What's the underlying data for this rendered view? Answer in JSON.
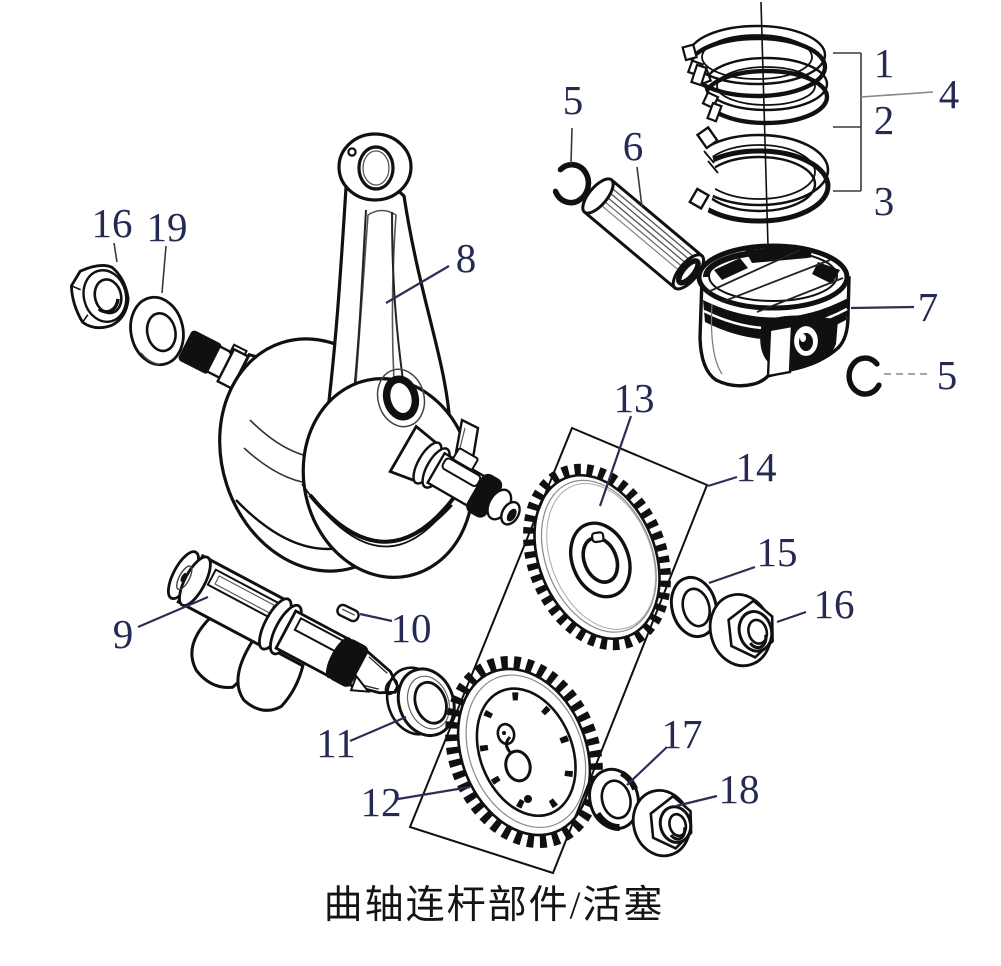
{
  "diagram": {
    "caption": "曲轴连杆部件/活塞",
    "colors": {
      "label": "#242a52",
      "line": "#101010",
      "background": "#ffffff"
    },
    "callouts": [
      {
        "part": "top-compression-ring",
        "label": "1"
      },
      {
        "part": "second-compression-ring",
        "label": "2"
      },
      {
        "part": "oil-control-ring",
        "label": "3"
      },
      {
        "part": "piston-ring-set",
        "label": "4"
      },
      {
        "part": "piston-pin-circlip-left",
        "label": "5"
      },
      {
        "part": "piston-pin",
        "label": "6"
      },
      {
        "part": "piston",
        "label": "7"
      },
      {
        "part": "piston-pin-circlip-right",
        "label": "5"
      },
      {
        "part": "crankshaft-nut-left",
        "label": "16"
      },
      {
        "part": "crankshaft-washer-left",
        "label": "19"
      },
      {
        "part": "connecting-rod",
        "label": "8"
      },
      {
        "part": "balance-shaft",
        "label": "9"
      },
      {
        "part": "woodruff-key",
        "label": "10"
      },
      {
        "part": "balance-shaft-bearing",
        "label": "11"
      },
      {
        "part": "balance-gear",
        "label": "12"
      },
      {
        "part": "timing-drive-gear",
        "label": "13"
      },
      {
        "part": "gear-set-box",
        "label": "14"
      },
      {
        "part": "washer-right",
        "label": "15"
      },
      {
        "part": "flange-nut-right",
        "label": "16"
      },
      {
        "part": "lock-washer",
        "label": "17"
      },
      {
        "part": "flange-nut-end",
        "label": "18"
      }
    ]
  }
}
